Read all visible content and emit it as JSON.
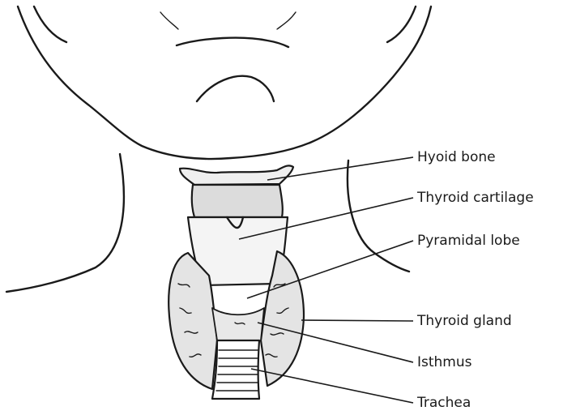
{
  "labels": {
    "hyoid_bone": "Hyoid bone",
    "thyroid_cartilage": "Thyroid cartilage",
    "pyramidal_lobe": "Pyramidal lobe",
    "thyroid_gland": "Thyroid gland",
    "isthmus": "Isthmus",
    "trachea": "Trachea"
  },
  "colors": {
    "ink": "#1a1a1a",
    "shading": "#d9d9d9",
    "background": "#ffffff"
  }
}
